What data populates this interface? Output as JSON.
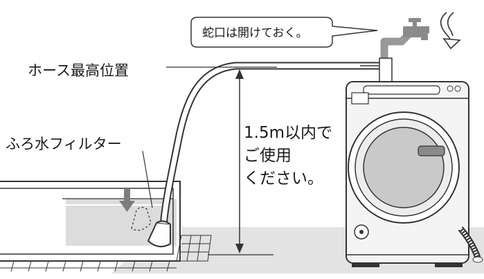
{
  "labels": {
    "faucet_note": "蛇口は開けておく。",
    "hose_max_position": "ホース最高位置",
    "bath_filter": "ふろ水フィルター",
    "height_line1": "1.5m以内で",
    "height_line2": "ご使用",
    "height_line3": "ください。"
  },
  "colors": {
    "outline": "#333333",
    "floor": "#e3e3e3",
    "water": "#dcdcdc",
    "washer_body": "#f4f4f4",
    "drum_glass": "#c9c9c9",
    "handle": "#8a8a8a",
    "arrow": "#7d7d7d"
  },
  "icons": {
    "faucet": "faucet-icon",
    "open_arrow": "open-arrow-icon",
    "down_arrow": "down-arrow-icon"
  }
}
